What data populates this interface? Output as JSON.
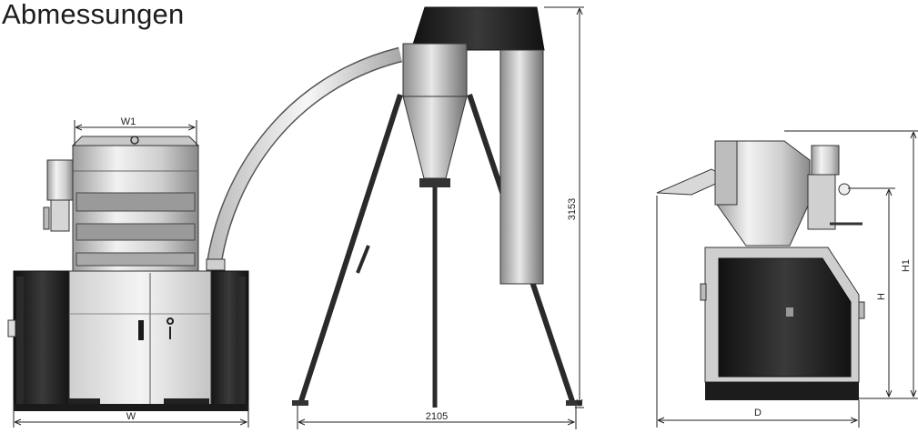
{
  "title": "Abmessungen",
  "dimensions": {
    "w1": "W1",
    "w": "W",
    "width_total": "2105",
    "height_total": "3153",
    "d": "D",
    "h": "H",
    "h1": "H1"
  },
  "colors": {
    "dark": "#1e1e1e",
    "steel_light": "#e6e6e6",
    "steel_mid": "#b9b9b9",
    "line": "#2a2a2a"
  }
}
